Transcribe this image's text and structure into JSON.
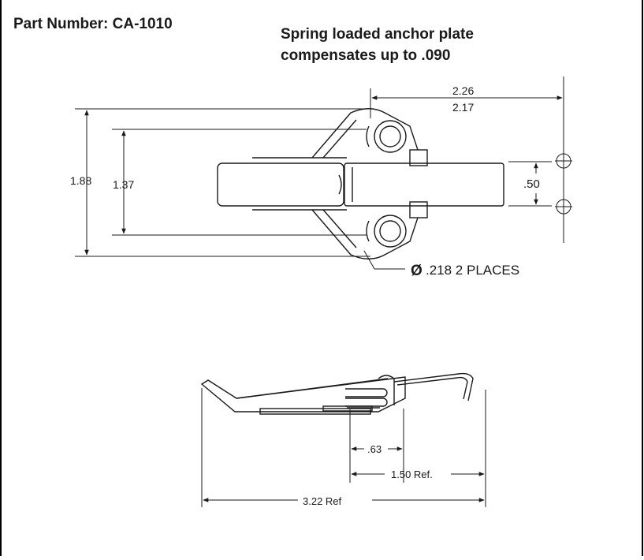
{
  "header": {
    "part_number": "Part Number: CA-1010",
    "note_line1": "Spring loaded anchor plate",
    "note_line2": "compensates up to .090"
  },
  "top_view": {
    "dim_width_max": "2.26",
    "dim_width_min": "2.17",
    "dim_height_outer": "1.88",
    "dim_height_inner": "1.37",
    "dim_hole_spacing": ".50",
    "hole_callout": ".218  2 PLACES",
    "hole_symbol": "Ø"
  },
  "side_view": {
    "dim_short": ".63",
    "dim_mid": "1.50 Ref.",
    "dim_overall": "3.22 Ref"
  },
  "colors": {
    "line": "#1a1a1a",
    "background": "#ffffff",
    "frame": "#000000"
  }
}
